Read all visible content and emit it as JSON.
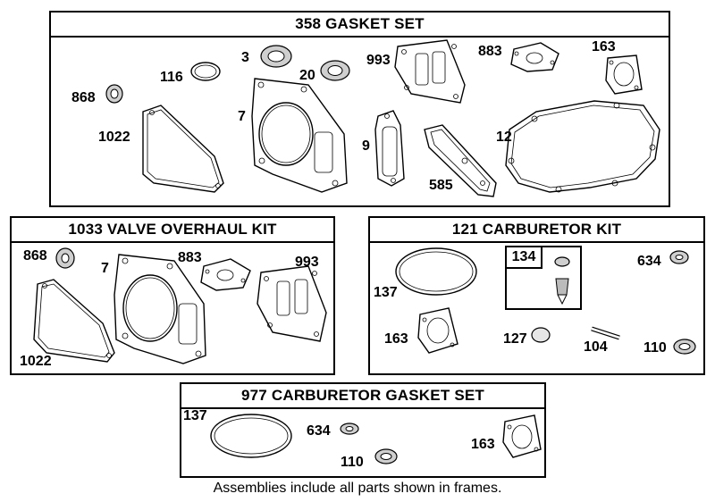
{
  "frames": {
    "gasket_set": {
      "title": "358 GASKET SET",
      "labels": [
        "868",
        "116",
        "3",
        "20",
        "993",
        "883",
        "163",
        "1022",
        "7",
        "9",
        "585",
        "12"
      ]
    },
    "valve_kit": {
      "title": "1033 VALVE OVERHAUL KIT",
      "labels": [
        "868",
        "7",
        "883",
        "993",
        "1022"
      ]
    },
    "carb_kit": {
      "title": "121 CARBURETOR KIT",
      "sub_title": "134",
      "labels": [
        "137",
        "634",
        "163",
        "127",
        "104",
        "110"
      ]
    },
    "carb_gasket": {
      "title": "977 CARBURETOR  GASKET SET",
      "labels": [
        "137",
        "634",
        "110",
        "163"
      ]
    }
  },
  "footnote": "Assemblies include all parts shown in frames."
}
